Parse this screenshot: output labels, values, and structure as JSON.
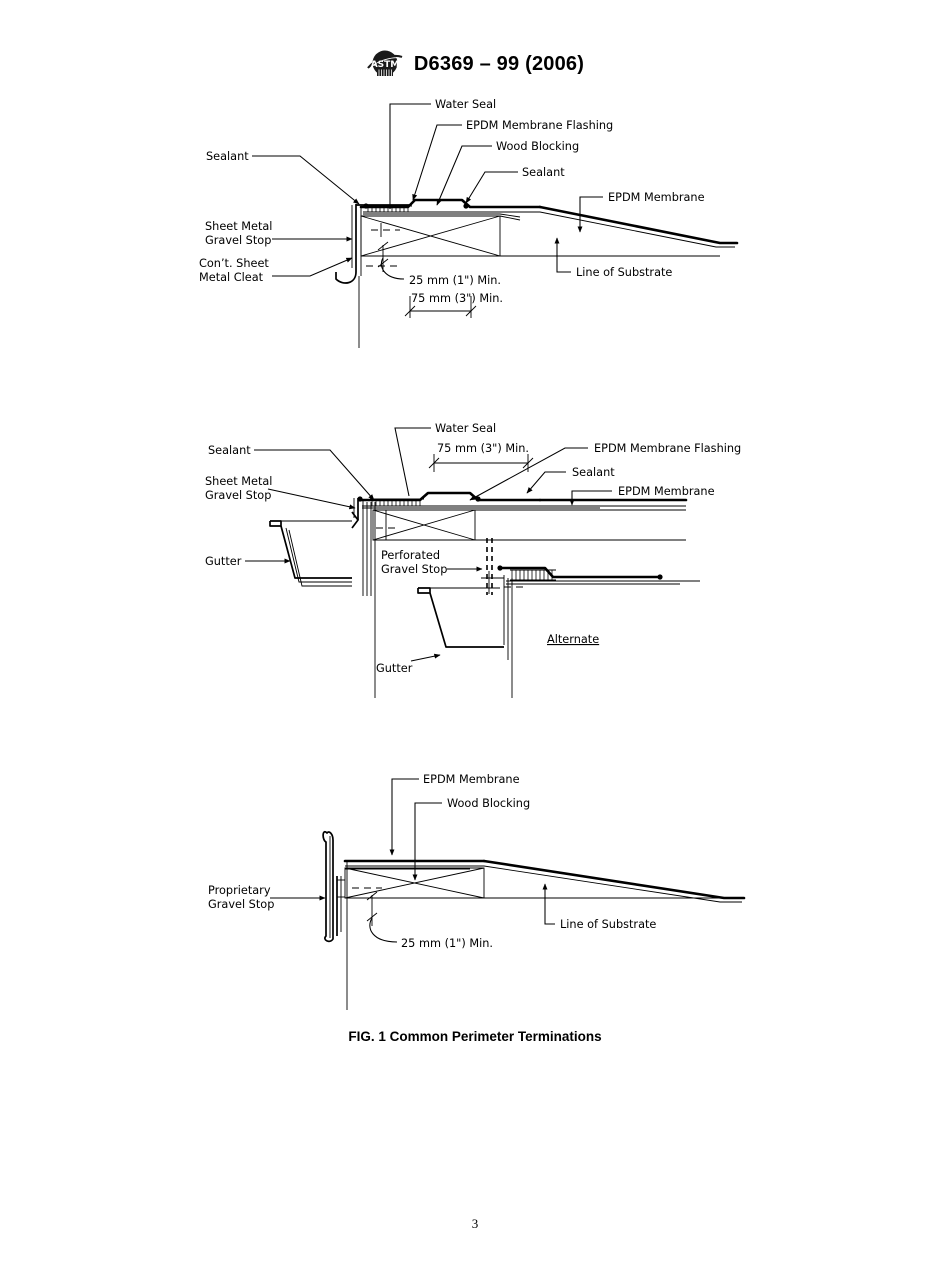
{
  "document": {
    "header_logo_name": "astm-logo",
    "designation": "D6369 – 99 (2006)",
    "page_number": "3",
    "figure_caption": "FIG. 1 Common Perimeter Terminations"
  },
  "figure": {
    "caption": "FIG. 1 Common Perimeter Terminations",
    "detail_1": {
      "name": "gravel-stop-with-cleat-detail",
      "labels": {
        "water_seal": "Water Seal",
        "epdm_membrane_flashing": "EPDM Membrane Flashing",
        "wood_blocking": "Wood Blocking",
        "sealant_top": "Sealant",
        "sealant_left": "Sealant",
        "epdm_membrane": "EPDM Membrane",
        "sheet_metal_gravel_stop_l1": "Sheet Metal",
        "sheet_metal_gravel_stop_l2": "Gravel Stop",
        "cont_sheet_metal_cleat_l1": "Con’t. Sheet",
        "cont_sheet_metal_cleat_l2": "Metal Cleat",
        "line_of_substrate": "Line of Substrate",
        "dim_25mm": "25 mm (1\") Min.",
        "dim_75mm": "75 mm (3\") Min."
      }
    },
    "detail_2": {
      "name": "gravel-stop-with-gutter-detail",
      "labels": {
        "water_seal": "Water Seal",
        "sealant_left": "Sealant",
        "sheet_metal_gravel_stop_l1": "Sheet Metal",
        "sheet_metal_gravel_stop_l2": "Gravel Stop",
        "dim_75mm": "75 mm (3\") Min.",
        "epdm_membrane_flashing": "EPDM Membrane Flashing",
        "sealant_right": "Sealant",
        "epdm_membrane": "EPDM Membrane",
        "gutter_left": "Gutter",
        "gutter_bottom": "Gutter",
        "perforated_gravel_stop_l1": "Perforated",
        "perforated_gravel_stop_l2": "Gravel Stop",
        "alternate": "Alternate"
      }
    },
    "detail_3": {
      "name": "proprietary-gravel-stop-detail",
      "labels": {
        "epdm_membrane": "EPDM Membrane",
        "wood_blocking": "Wood Blocking",
        "proprietary_gravel_stop_l1": "Proprietary",
        "proprietary_gravel_stop_l2": "Gravel Stop",
        "line_of_substrate": "Line of Substrate",
        "dim_25mm": "25 mm (1\") Min."
      }
    }
  },
  "colors": {
    "ink": "#000000",
    "paper": "#ffffff"
  }
}
